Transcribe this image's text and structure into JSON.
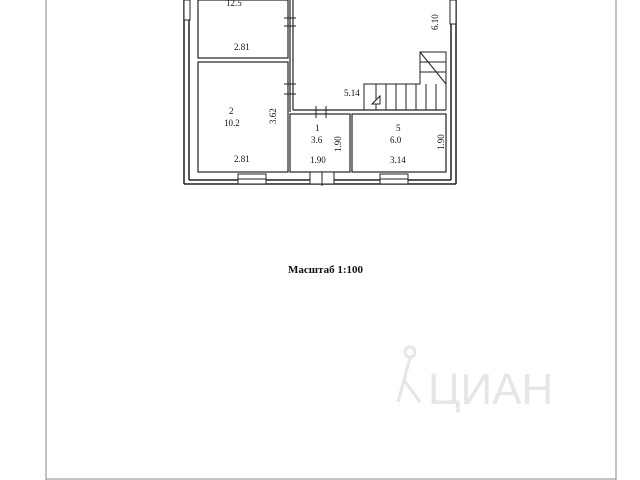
{
  "scale_label": "Масштаб 1:100",
  "watermark": {
    "brand": "ЦИАН"
  },
  "rooms": {
    "top_left": {
      "area": "12.5",
      "dim_bottom": "2.81"
    },
    "room_2": {
      "number": "2",
      "area": "10.2",
      "dim_right": "3.62",
      "dim_bottom": "2.81"
    },
    "room_1": {
      "number": "1",
      "area": "3.6",
      "dim_right": "1.90",
      "dim_bottom": "1.90"
    },
    "room_5": {
      "number": "5",
      "area": "6.0",
      "dim_right": "1.90",
      "dim_bottom": "3.14"
    },
    "hall": {
      "dim_right": "6.10",
      "dim_bottom": "5.14"
    }
  },
  "colors": {
    "line": "#222222",
    "frame": "#777777",
    "watermark": "#e6e6e6"
  }
}
